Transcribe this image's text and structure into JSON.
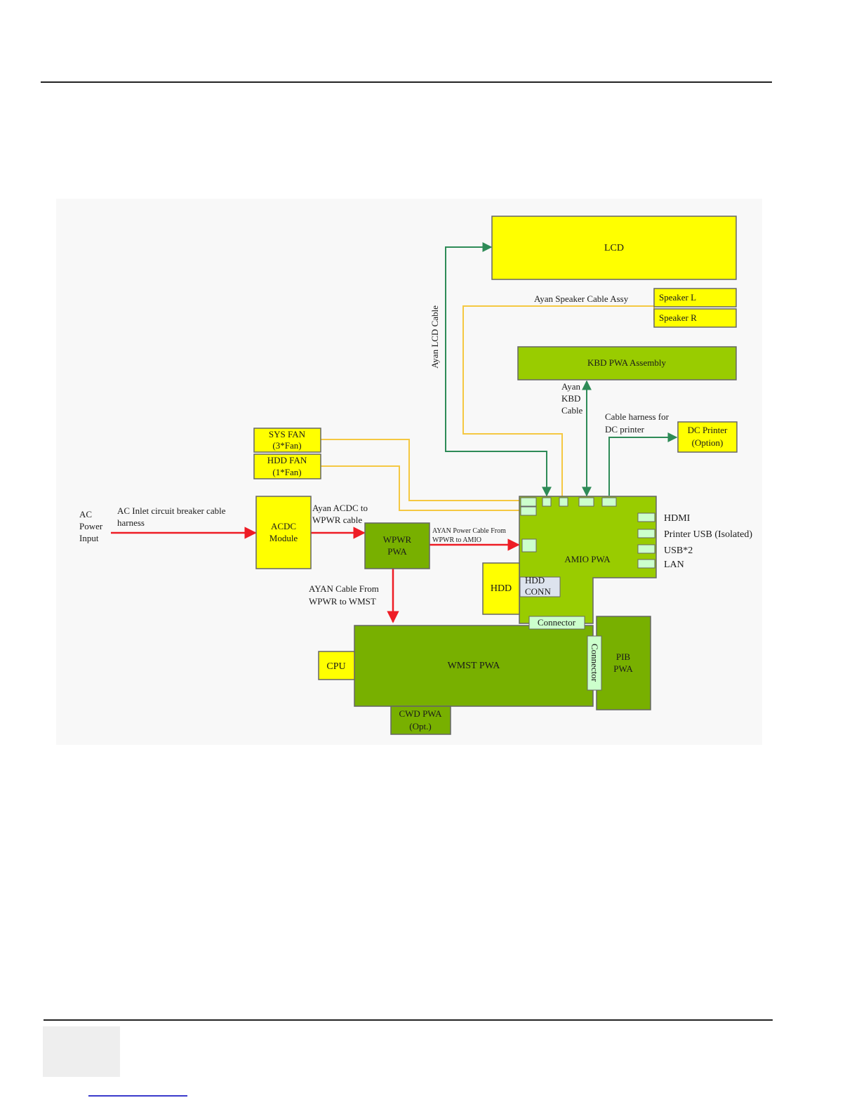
{
  "colors": {
    "yellow": "#ffff00",
    "green": "#99cc00",
    "dark_green": "#78b000",
    "light_green": "#ccffcc",
    "power_arrow": "#ee1c25",
    "signal_arrow": "#2e8b57",
    "audio_line": "#f5c842"
  },
  "blocks": {
    "lcd": "LCD",
    "speaker_l": "Speaker L",
    "speaker_r": "Speaker R",
    "kbd": "KBD PWA Assembly",
    "sys_fan": [
      "SYS FAN",
      "(3*Fan)"
    ],
    "hdd_fan": [
      "HDD FAN",
      "(1*Fan)"
    ],
    "dc_printer": [
      "DC Printer",
      "(Option)"
    ],
    "acdc": [
      "ACDC",
      "Module"
    ],
    "wpwr": [
      "WPWR",
      "PWA"
    ],
    "amio": "AMIO PWA",
    "hdd": "HDD",
    "hdd_conn": [
      "HDD",
      "CONN"
    ],
    "connector_h": "Connector",
    "connector_v": "Connector",
    "wmst": "WMST PWA",
    "cpu": "CPU",
    "pib": [
      "PIB",
      "PWA"
    ],
    "cwd": [
      "CWD PWA",
      "(Opt.)"
    ]
  },
  "labels": {
    "ac_power": [
      "AC",
      "Power",
      "Input"
    ],
    "ac_inlet": [
      "AC Inlet circuit breaker cable",
      "harness"
    ],
    "acdc_cable": [
      "Ayan ACDC to",
      "WPWR cable"
    ],
    "power_cable": [
      "AYAN Power Cable From",
      "WPWR to AMIO"
    ],
    "wmst_cable": [
      "AYAN Cable From",
      "WPWR to WMST"
    ],
    "lcd_cable": "Ayan LCD Cable",
    "speaker_cable": "Ayan Speaker Cable Assy",
    "kbd_cable": [
      "Ayan",
      "KBD",
      "Cable"
    ],
    "printer_cable": [
      "Cable harness for",
      "DC printer"
    ]
  },
  "ports": [
    "HDMI",
    "Printer USB (Isolated)",
    "USB*2",
    "LAN"
  ]
}
